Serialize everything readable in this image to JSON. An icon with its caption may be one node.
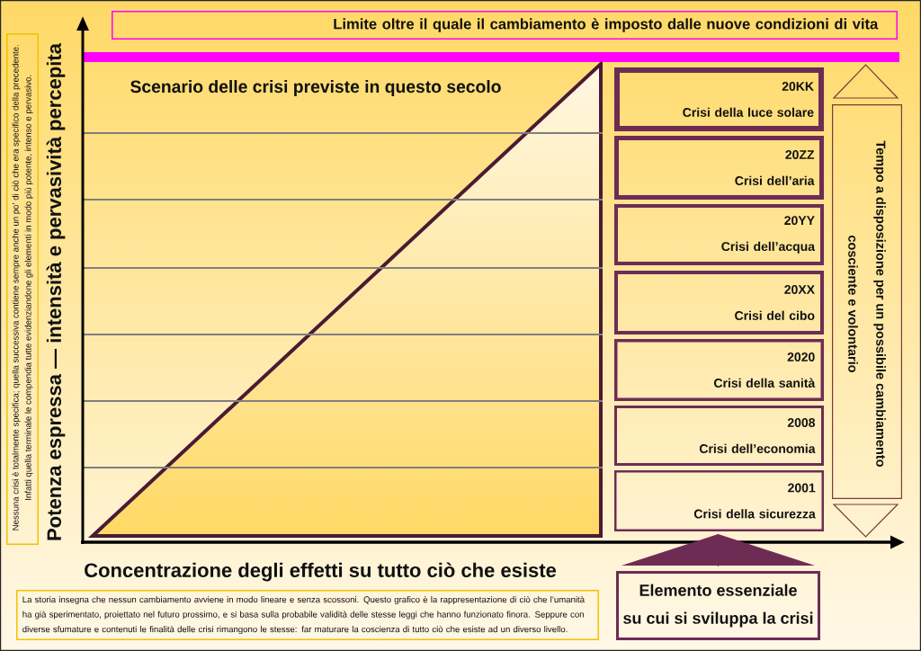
{
  "diagram": {
    "title": "Scenario delle crisi previste in questo secolo",
    "nodes": [
      {
        "text": [
          "Limite oltre il quale il cambiamento è imposto dalle nuove condizioni di vita"
        ]
      },
      {
        "text": [
          "Nessuna crisi è totalmente specifica; quella successiva contiene sempre anche un po’ di ciò che era specifico della precedente. Infatti quella terminale le compendia tutte evidenziandone gli elementi in modo più potente, intenso e pervasivo."
        ]
      },
      {
        "text": [
          "20KK",
          "Crisi della luce solare"
        ]
      },
      {
        "text": [
          "20ZZ",
          "Crisi dell’aria"
        ]
      },
      {
        "text": [
          "20YY",
          "Crisi dell’acqua"
        ]
      },
      {
        "text": [
          "20XX",
          "Crisi del cibo"
        ]
      },
      {
        "text": [
          "2020",
          "Crisi della sanità"
        ]
      },
      {
        "text": [
          "2008",
          "Crisi dell’economia"
        ]
      },
      {
        "text": [
          "2001",
          "Crisi della sicurezza"
        ]
      },
      {
        "text": [
          "Tempo a disposizione per un possibile cambiamento cosciente e volontario"
        ]
      },
      {
        "text": [
          "La storia insegna che nessun cambiamento avviene in modo lineare e senza scossoni. Questo grafico è la rappresentazione di ciò che l’umanità ha già sperimentato, proiettato nel futuro prossimo, e si basa sulla probabile validità delle stesse leggi che hanno funzionato finora. Seppure con diverse sfumature e contenuti le finalità delle crisi rimangono le stesse: far maturare la coscienza di tutto ciò che esiste ad un diverso livello."
        ]
      },
      {
        "text": [
          "Elemento essenziale su cui si sviluppa la crisi"
        ]
      }
    ],
    "edges": [
      {
        "from": 11,
        "to": 8,
        "arrow": "to"
      }
    ],
    "labels": [
      "Potenza espressa — intensità e pervasività percepita",
      "Concentrazione degli effetti su tutto ciò che esiste"
    ]
  }
}
